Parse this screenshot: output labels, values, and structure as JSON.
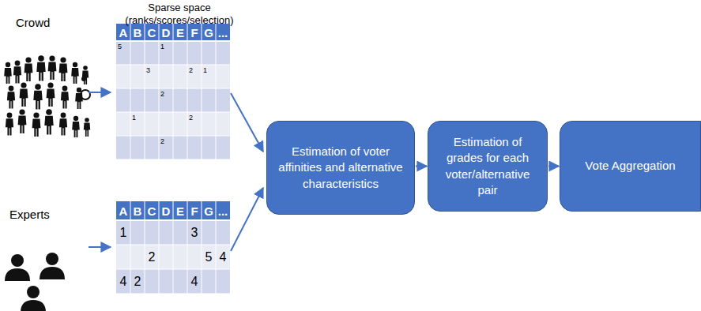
{
  "diagram": {
    "nodes": [
      {
        "text": [
          "Estimation of voter affinities and alternative characteristics"
        ]
      },
      {
        "text": [
          "Estimation of grades for each voter/alternative pair"
        ]
      },
      {
        "text": [
          "Vote Aggregation"
        ]
      }
    ],
    "edges": [
      {
        "from": 0,
        "to": 1,
        "arrow": "to"
      },
      {
        "from": 1,
        "to": 2,
        "arrow": "to"
      }
    ],
    "labels": [
      "Crowd",
      "Experts",
      "Sparse space (ranks/scores/selection)",
      "A",
      "B",
      "C",
      "D",
      "E",
      "F",
      "G",
      "...",
      "5",
      "1",
      "3",
      "2",
      "1",
      "2",
      "1",
      "2",
      "2",
      "A",
      "B",
      "C",
      "D",
      "E",
      "F",
      "G",
      "...",
      "1",
      "3",
      "2",
      "5",
      "4",
      "4",
      "2",
      "4"
    ]
  }
}
